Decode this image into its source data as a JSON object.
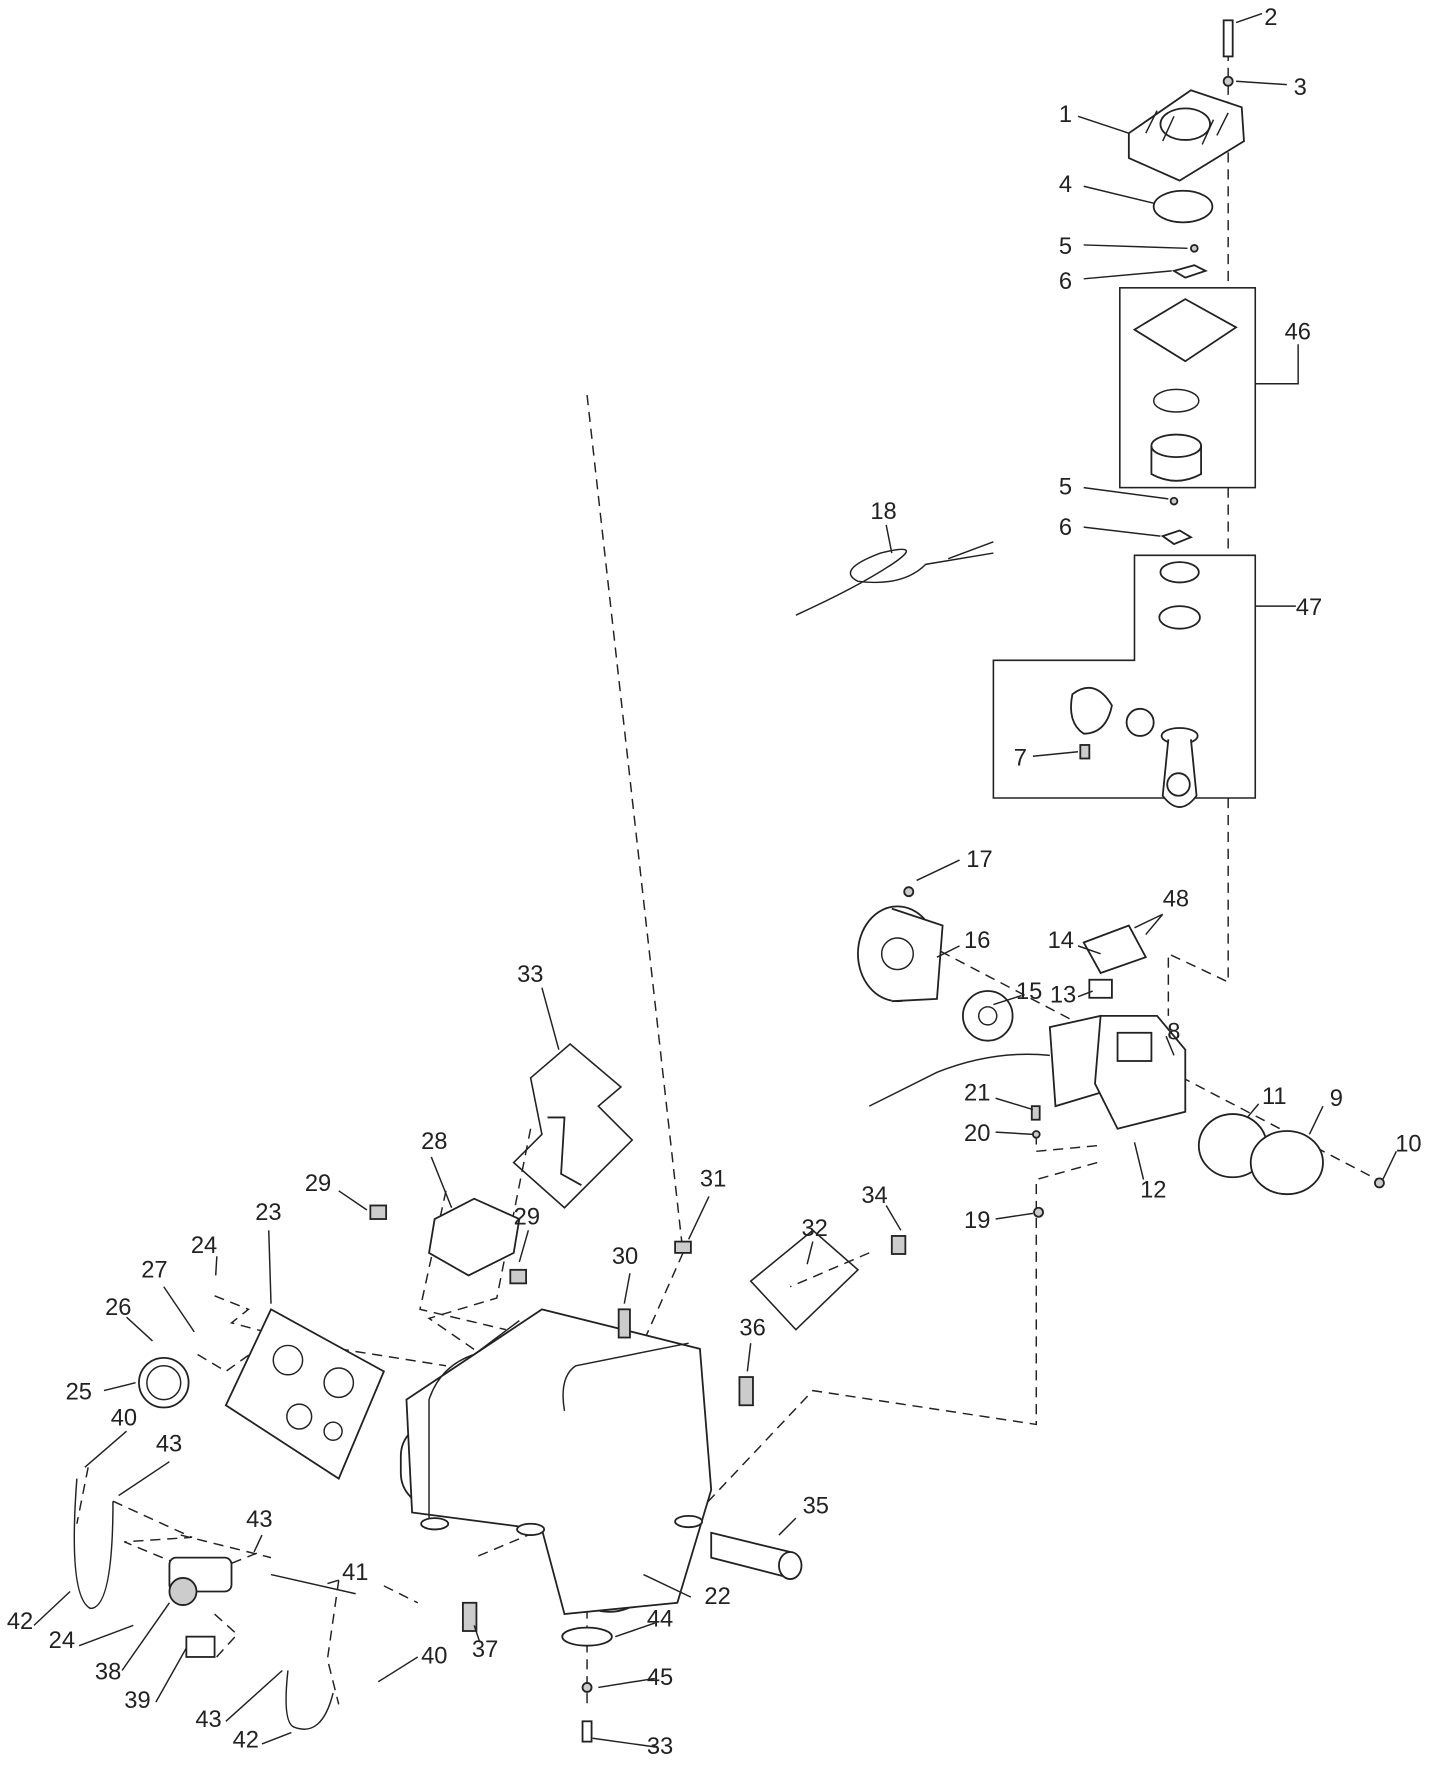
{
  "labels": [
    "2",
    "3",
    "1",
    "4",
    "5",
    "6",
    "46",
    "5",
    "6",
    "18",
    "47",
    "7",
    "17",
    "48",
    "16",
    "14",
    "15",
    "13",
    "8",
    "11",
    "9",
    "21",
    "20",
    "10",
    "12",
    "19",
    "33",
    "28",
    "29",
    "29",
    "31",
    "34",
    "32",
    "30",
    "36",
    "24",
    "27",
    "23",
    "26",
    "25",
    "40",
    "43",
    "43",
    "41",
    "35",
    "22",
    "42",
    "24",
    "38",
    "39",
    "40",
    "37",
    "44",
    "45",
    "43",
    "42",
    "33"
  ]
}
